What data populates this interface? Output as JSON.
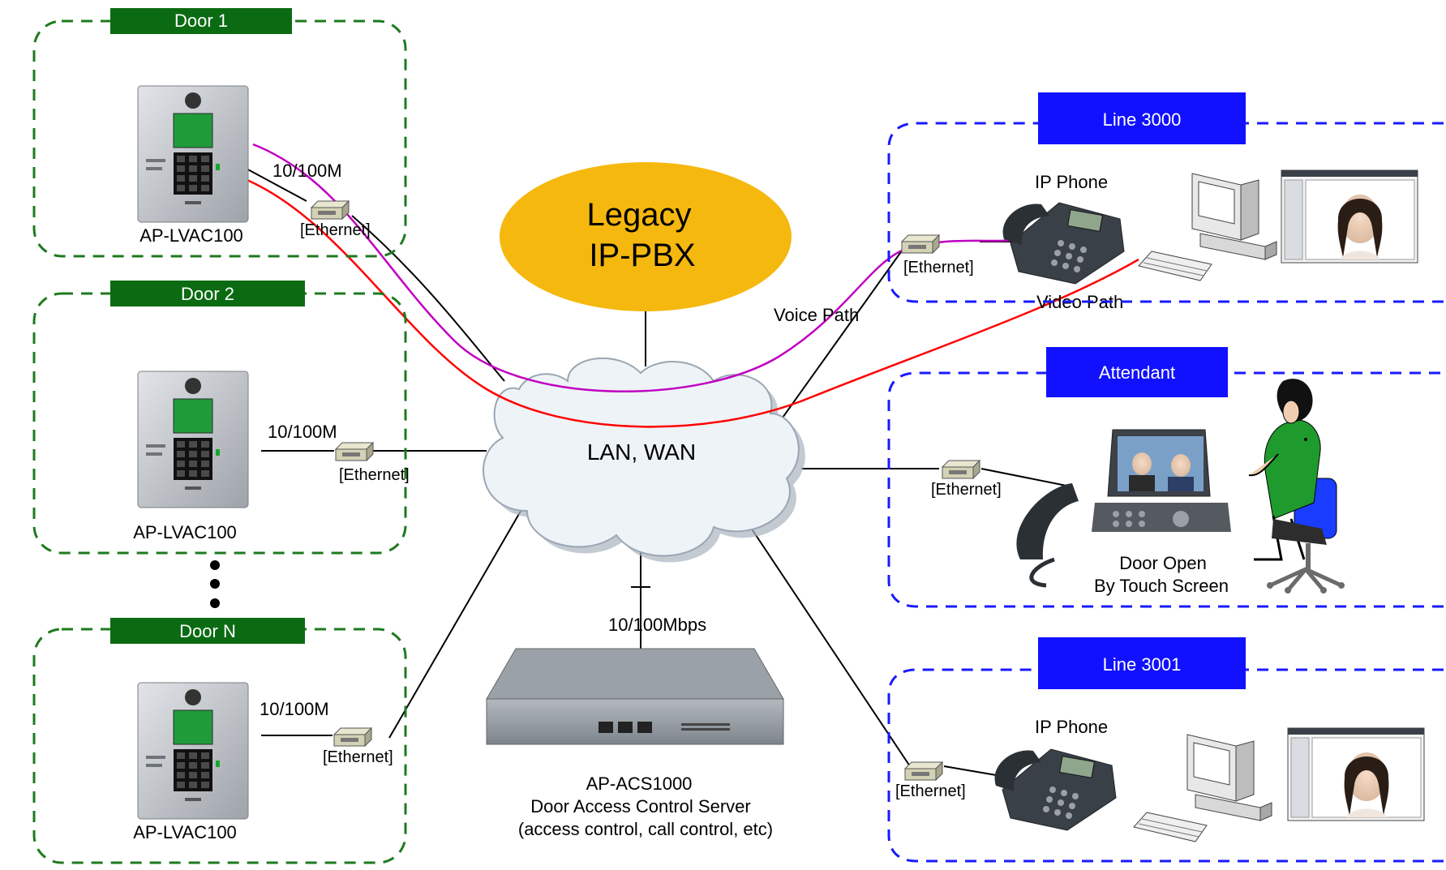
{
  "colors": {
    "door_group": "#1e7a1e",
    "door_header": "#0b6b12",
    "line_group": "#1a1aff",
    "line_header": "#1111ff",
    "pbx_fill": "#f5b80f",
    "voice_path": "#c000c0",
    "video_path": "#ff0000",
    "cloud_fill": "#eef3f8"
  },
  "doors": [
    {
      "header": "Door 1",
      "speed": "10/100M",
      "ethernet": "[Ethernet]",
      "device": "AP-LVAC100"
    },
    {
      "header": "Door 2",
      "speed": "10/100M",
      "ethernet": "[Ethernet]",
      "device": "AP-LVAC100"
    },
    {
      "header": "Door N",
      "speed": "10/100M",
      "ethernet": "[Ethernet]",
      "device": "AP-LVAC100"
    }
  ],
  "pbx": {
    "line1": "Legacy",
    "line2": "IP-PBX"
  },
  "network": {
    "label": "LAN, WAN"
  },
  "paths": {
    "voice": "Voice Path",
    "video": "Video Path"
  },
  "server": {
    "speed": "10/100Mbps",
    "model": "AP-ACS1000",
    "name": "Door Access Control Server",
    "desc": "(access control, call control, etc)"
  },
  "line3000": {
    "header": "Line 3000",
    "phone": "IP Phone",
    "ethernet": "[Ethernet]"
  },
  "attendant": {
    "header": "Attendant",
    "ethernet": "[Ethernet]",
    "caption1": "Door Open",
    "caption2": "By Touch Screen"
  },
  "line3001": {
    "header": "Line 3001",
    "phone": "IP Phone",
    "ethernet": "[Ethernet]"
  },
  "icons": [
    "door-intercom-icon",
    "ethernet-switch-icon",
    "ip-phone-icon",
    "desktop-pc-icon",
    "video-window-icon",
    "video-phone-icon",
    "attendant-person-icon",
    "server-icon",
    "cloud-icon"
  ]
}
